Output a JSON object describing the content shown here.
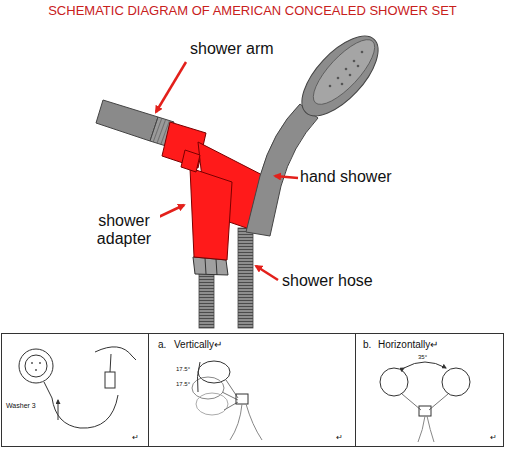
{
  "diagram": {
    "title": "SCHEMATIC DIAGRAM OF AMERICAN CONCEALED SHOWER SET",
    "labels": [
      "shower arm",
      "hand shower",
      "shower adapter",
      "shower hose",
      "Washer 3",
      "a.",
      "Vertically↵",
      "17.5°",
      "17.5°",
      "b.",
      "Horizontally↵",
      "35°",
      "↵",
      "↵",
      "↵"
    ]
  }
}
